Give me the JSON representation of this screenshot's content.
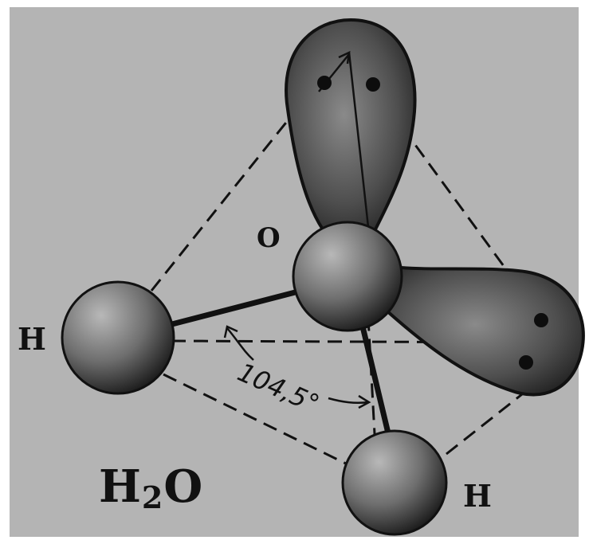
{
  "diagram": {
    "atom_center": "O",
    "atom_left": "H",
    "atom_right": "H",
    "angle": "104,5°",
    "formula": {
      "base": "H",
      "subscript": "2",
      "rest": "O"
    }
  },
  "colors": {
    "panel": "#b4b4b4",
    "ink": "#111111"
  }
}
